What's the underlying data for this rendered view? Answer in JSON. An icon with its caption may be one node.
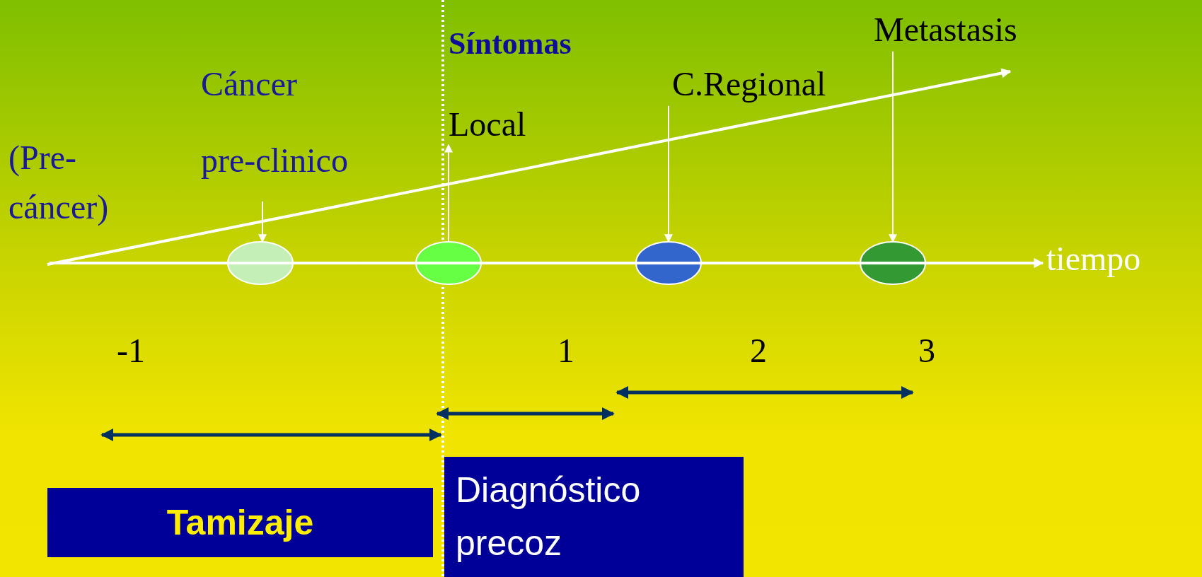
{
  "diagram": {
    "nodes": [
      {
        "text": [],
        "shape": "circle"
      },
      {
        "text": [],
        "shape": "circle"
      },
      {
        "text": [],
        "shape": "circle"
      },
      {
        "text": [],
        "shape": "circle"
      },
      {
        "text": [
          "Cáncer pre-clinico"
        ]
      },
      {
        "text": [
          "Local"
        ]
      },
      {
        "text": [
          "C.Regional"
        ]
      },
      {
        "text": [
          "Metastasis"
        ]
      },
      {
        "text": [
          "Tamizaje"
        ]
      },
      {
        "text": [
          "Diagnóstico precoz"
        ]
      }
    ],
    "edges": [
      {
        "from": 4,
        "to": 0,
        "arrow": "to"
      },
      {
        "from": 1,
        "to": 5,
        "arrow": "to"
      },
      {
        "from": 6,
        "to": 2,
        "arrow": "to"
      },
      {
        "from": 7,
        "to": 3,
        "arrow": "to"
      }
    ],
    "labels": [
      "Síntomas",
      "(Pre- cáncer)",
      "tiempo",
      "-1",
      "1",
      "2",
      "3"
    ]
  }
}
